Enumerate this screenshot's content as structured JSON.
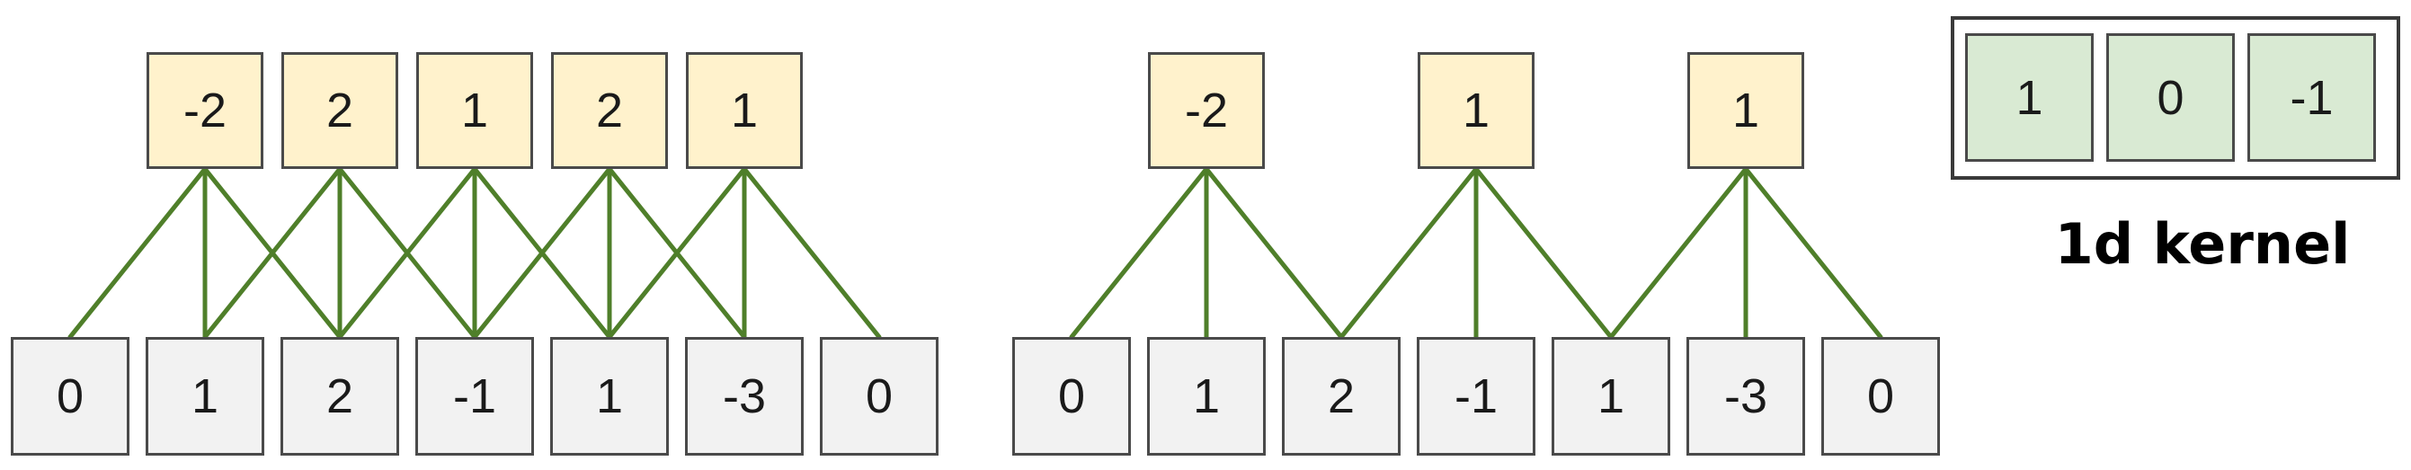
{
  "panels": [
    {
      "id": "stride1",
      "inputs": [
        "0",
        "1",
        "2",
        "-1",
        "1",
        "-3",
        "0"
      ],
      "outputs": [
        "-2",
        "2",
        "1",
        "2",
        "1"
      ],
      "stride": 1
    },
    {
      "id": "stride2",
      "inputs": [
        "0",
        "1",
        "2",
        "-1",
        "1",
        "-3",
        "0"
      ],
      "outputs": [
        "-2",
        "1",
        "1"
      ],
      "stride": 2
    }
  ],
  "kernel": {
    "values": [
      "1",
      "0",
      "-1"
    ],
    "label": "1d kernel"
  },
  "colors": {
    "input_fill": "#f2f2f2",
    "output_fill": "#fff2cc",
    "kernel_fill": "#d9ead3",
    "edge": "#4f7f2a",
    "border": "#4a4a4a"
  }
}
